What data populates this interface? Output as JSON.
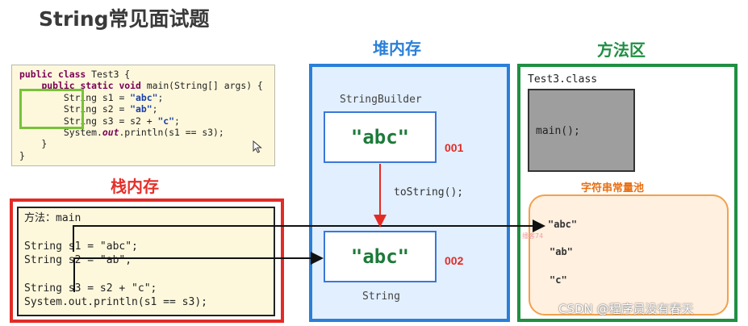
{
  "title": "String常见面试题",
  "code_box": {
    "lines": [
      "public class Test3 {",
      "    public static void main(String[] args) {",
      "        String s1 = \"abc\";",
      "        String s2 = \"ab\";",
      "        String s3 = s2 + \"c\";",
      "        System.out.println(s1 == s3);",
      "    }",
      "}"
    ]
  },
  "stack": {
    "title": "栈内存",
    "method_label": "方法：main",
    "line_s1": "String s1 = \"abc\";",
    "line_s2": "String s2 = \"ab\";",
    "line_s3": "String s3 = s2 + \"c\";",
    "line_print": "System.out.println(s1 == s3);"
  },
  "heap": {
    "title": "堆内存",
    "stringbuilder_label": "StringBuilder",
    "obj1_value": "\"abc\"",
    "obj1_addr": "001",
    "tostring_label": "toString();",
    "obj2_value": "\"abc\"",
    "obj2_addr": "002",
    "string_label": "String"
  },
  "method_area": {
    "title": "方法区",
    "class_label": "Test3.class",
    "main_label": "main();",
    "pool_title": "字符串常量池",
    "pool_items": [
      "\"abc\"",
      "\"ab\"",
      "\"c\""
    ]
  },
  "faint_text": "播客74",
  "watermark": "CSDN @程序员没有春天",
  "colors": {
    "heap": "#2a7fd8",
    "method_area": "#1f8f42",
    "stack": "#e32b26",
    "pool": "#f2a14b",
    "highlight": "#78c23a"
  }
}
